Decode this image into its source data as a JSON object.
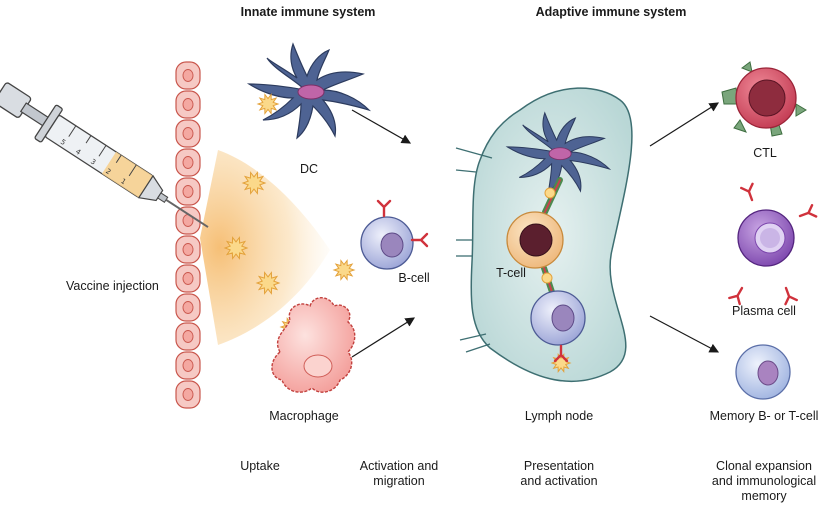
{
  "headers": {
    "innate": "Innate immune system",
    "adaptive": "Adaptive immune system"
  },
  "labels": {
    "vaccine_injection": "Vaccine injection",
    "dc": "DC",
    "b_cell": "B-cell",
    "macrophage": "Macrophage",
    "t_cell": "T-cell",
    "lymph_node": "Lymph node",
    "ctl": "CTL",
    "plasma_cell": "Plasma cell",
    "memory_cell": "Memory B- or T-cell"
  },
  "stages": {
    "uptake": "Uptake",
    "activation_line1": "Activation and",
    "activation_line2": "migration",
    "presentation_line1": "Presentation",
    "presentation_line2": "and activation",
    "clonal_line1": "Clonal expansion",
    "clonal_line2": "and immunological",
    "clonal_line3": "memory"
  },
  "syringe_scale": [
    "5",
    "4",
    "3",
    "2",
    "1"
  ],
  "colors": {
    "tissue_cell_fill": "#f6c9c4",
    "tissue_cell_stroke": "#c9574d",
    "antigen_plume": "#f7c98a",
    "antigen_fill": "#fbd98a",
    "antigen_stroke": "#e3a13a",
    "dc_fill": "#4a5f8c",
    "dc_nucleus": "#b85aa0",
    "b_cell_fill": "#c9cdea",
    "b_cell_nucleus": "#8d79b2",
    "antibody": "#d0323c",
    "macrophage_fill": "#f5a8a6",
    "lymph_node_fill": "#cfe4e3",
    "lymph_node_stroke": "#3e6f72",
    "t_cell_fill": "#f6d3a6",
    "t_cell_nucleus": "#5a1e2c",
    "ctl_fill": "#d04d63",
    "ctl_nucleus": "#8c2c3c",
    "plasma_fill": "#9c6ec4",
    "plasma_nucleus": "#d7c9ef",
    "memory_fill": "#c7d4f0",
    "memory_nucleus": "#a07ab8"
  }
}
